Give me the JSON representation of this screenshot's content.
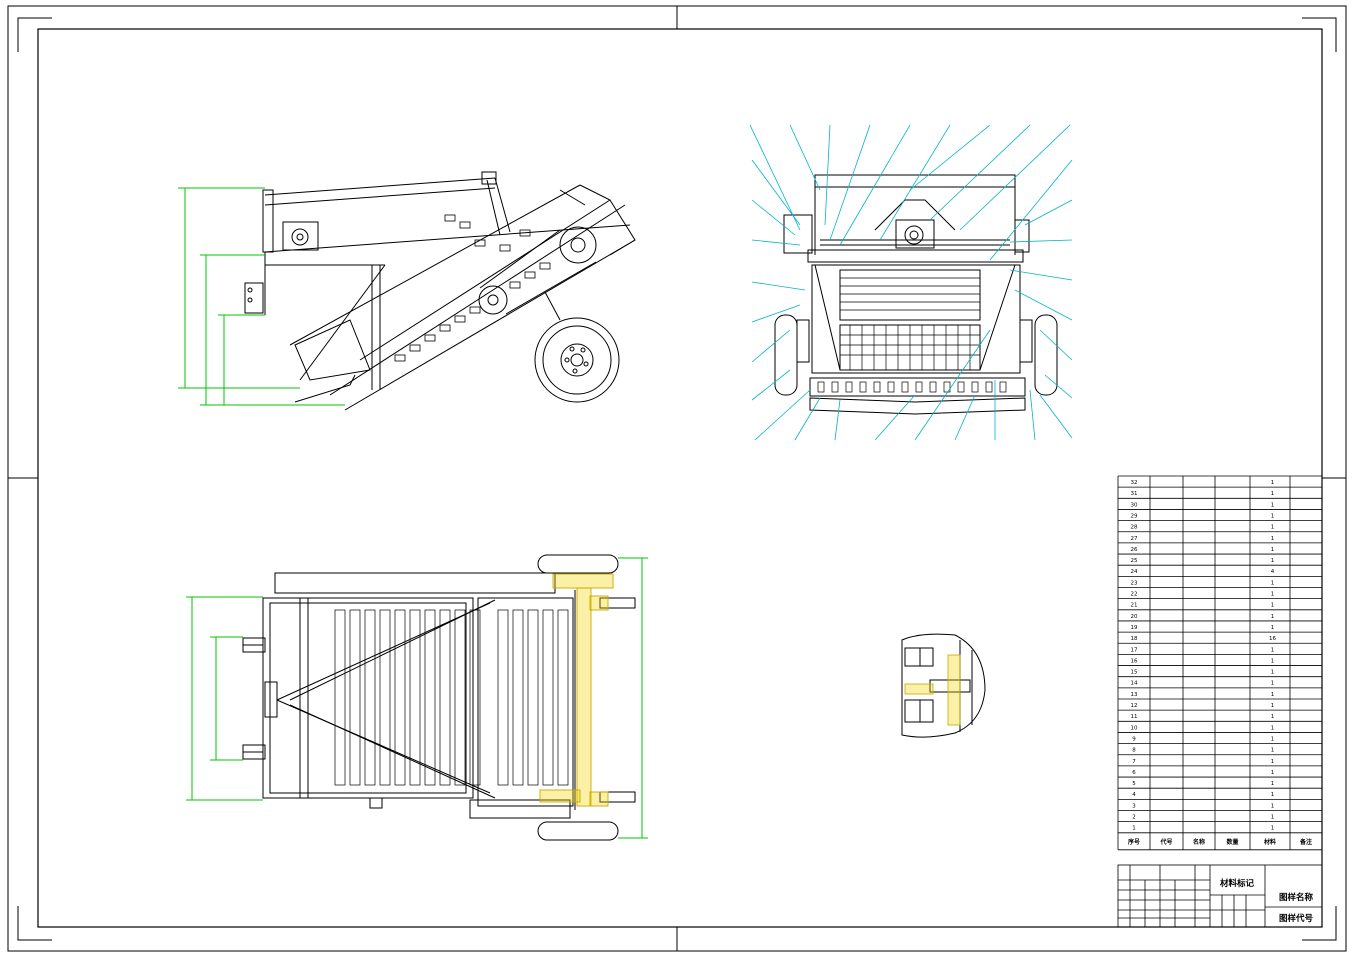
{
  "title_block": {
    "material_label": "材料标记",
    "drawing_name_label": "图样名称",
    "drawing_code_label": "图样代号"
  },
  "parts_table": {
    "headers": [
      "序号",
      "代号",
      "名称",
      "数量",
      "材料",
      "备注"
    ],
    "row_numbers": [
      "32",
      "31",
      "30",
      "29",
      "28",
      "27",
      "26",
      "25",
      "24",
      "23",
      "22",
      "21",
      "20",
      "19",
      "18",
      "17",
      "16",
      "15",
      "14",
      "13",
      "12",
      "11",
      "10",
      "9",
      "8",
      "7",
      "6",
      "5",
      "4",
      "3",
      "2",
      "1"
    ],
    "quantities": [
      "1",
      "1",
      "1",
      "1",
      "1",
      "1",
      "1",
      "1",
      "4",
      "1",
      "1",
      "1",
      "1",
      "1",
      "16",
      "1",
      "1",
      "1",
      "1",
      "1",
      "1",
      "1",
      "1",
      "1",
      "1",
      "1",
      "1",
      "1",
      "1",
      "1",
      "1",
      "1"
    ]
  },
  "colors": {
    "line": "#000000",
    "dimension": "#00c400",
    "leader": "#00b4c8",
    "highlight": "#f0d400"
  }
}
